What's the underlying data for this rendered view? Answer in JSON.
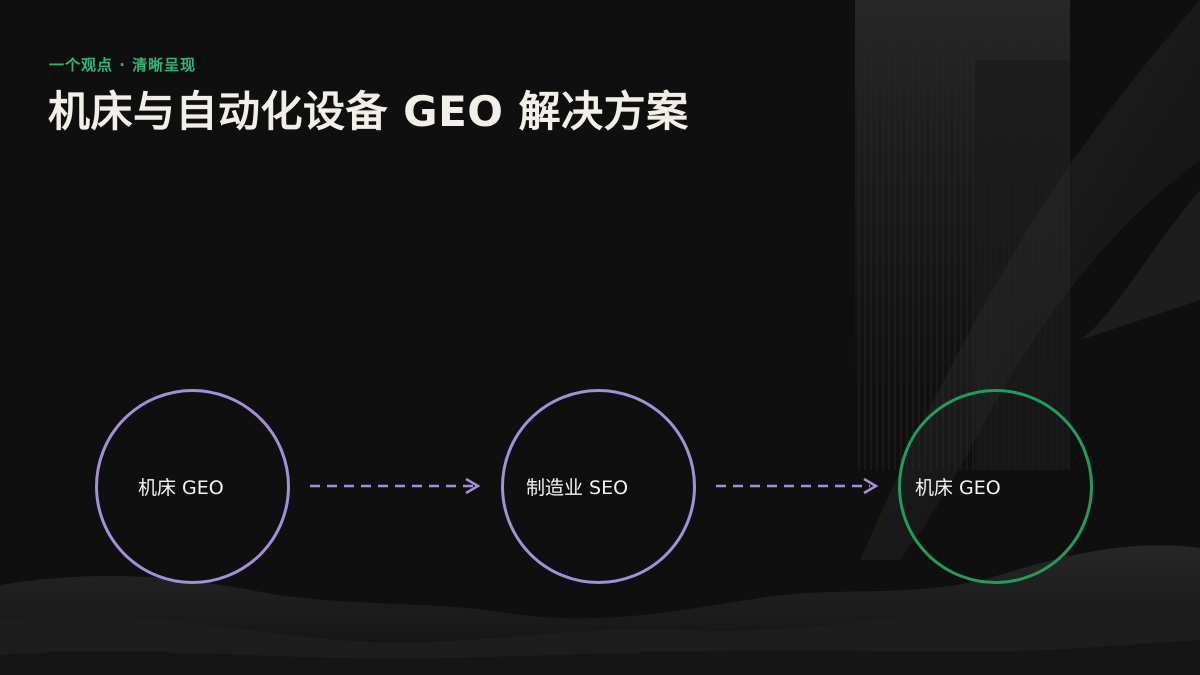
{
  "header": {
    "eyebrow": "一个观点 · 清晰呈现",
    "title": "机床与自动化设备 GEO 解决方案"
  },
  "flow": {
    "nodes": [
      {
        "label": "机床 GEO",
        "border_color": "#a48fd9"
      },
      {
        "label": "制造业 SEO",
        "border_color": "#a48fd9"
      },
      {
        "label": "机床 GEO",
        "border_color": "#1f9d5a"
      }
    ],
    "arrow_color": "#a48fd9"
  },
  "colors": {
    "background": "#0f0f0f",
    "accent_green": "#2fb875",
    "accent_purple": "#a48fd9",
    "title_text": "#f2efe9"
  }
}
